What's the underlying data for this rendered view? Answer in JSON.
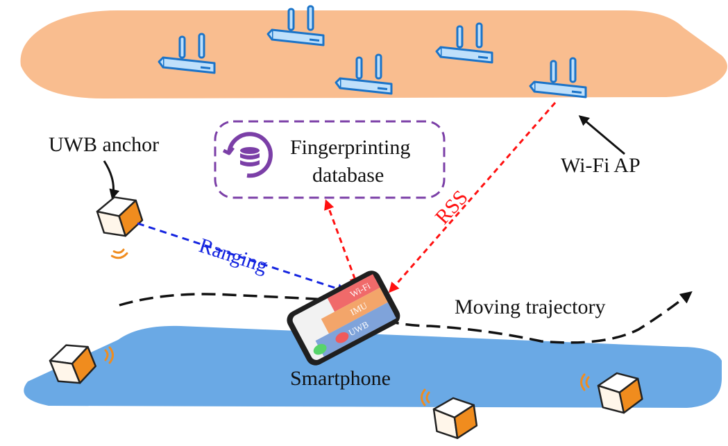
{
  "colors": {
    "top_plane": "#f9bd8f",
    "bottom_plane": "#6aa9e5",
    "router_stroke": "#1a73c8",
    "router_fill": "#bfe0fb",
    "db_box": "#7b3fa7",
    "ranging": "#1424e0",
    "rss": "#ff1010",
    "anchor_orange": "#f08c1e",
    "trajectory": "#111111",
    "phone_wifi": "#f06a6a",
    "phone_imu": "#f3a56a",
    "phone_uwb": "#7fa3da"
  },
  "labels": {
    "uwb_anchor": "UWB anchor",
    "fingerprinting_line1": "Fingerprinting",
    "fingerprinting_line2": "database",
    "wifi_ap": "Wi-Fi AP",
    "ranging": "Ranging",
    "rss": "RSS",
    "moving_trajectory": "Moving trajectory",
    "smartphone": "Smartphone",
    "phone_wifi": "Wi-Fi",
    "phone_imu": "IMU",
    "phone_uwb": "UWB"
  },
  "icons": {
    "router": "wifi-router-icon",
    "database": "database-sync-icon",
    "anchor": "uwb-anchor-box-icon",
    "signal": "signal-waves-icon",
    "phone": "smartphone-icon"
  }
}
